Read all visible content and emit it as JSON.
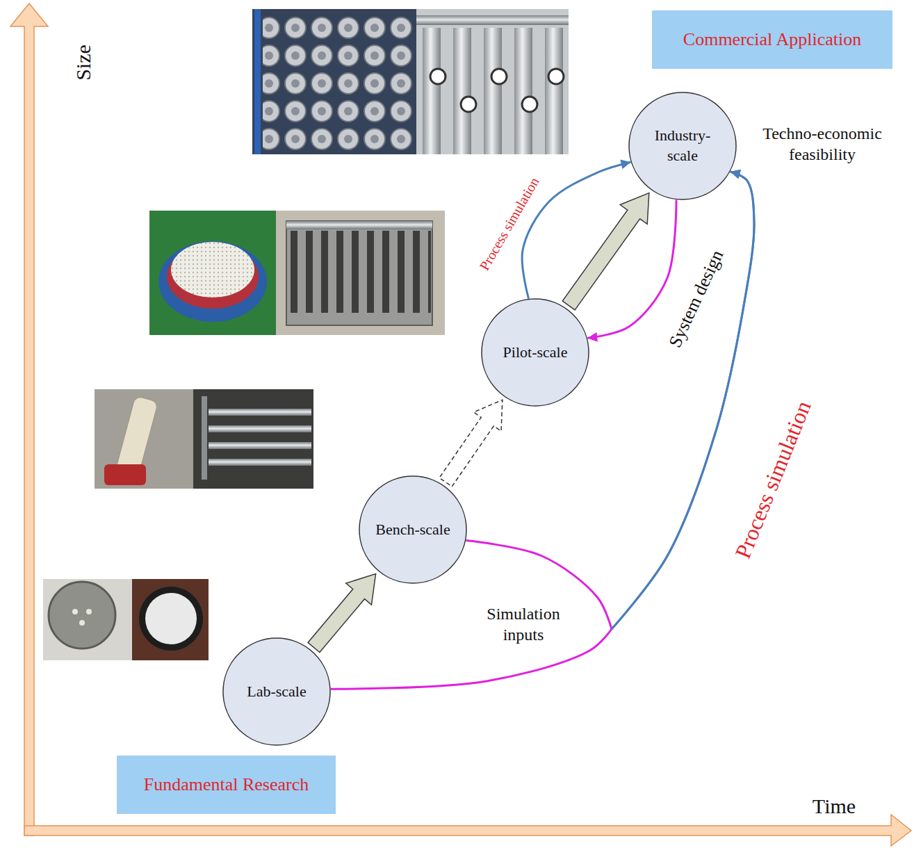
{
  "diagram": {
    "nodes": [
      {
        "text": [
          "Commercial Application"
        ]
      },
      {
        "text": [
          "Industry-scale"
        ]
      },
      {
        "text": [
          "Pilot-scale"
        ]
      },
      {
        "text": [
          "Bench-scale"
        ]
      },
      {
        "text": [
          "Lab-scale"
        ]
      },
      {
        "text": [
          "Fundamental Research"
        ]
      }
    ],
    "edges": [
      {
        "from": 4,
        "to": 3,
        "arrow": "to"
      },
      {
        "from": 3,
        "to": 2,
        "arrow": "to"
      },
      {
        "from": 2,
        "to": 1,
        "arrow": "to"
      },
      {
        "from": 2,
        "to": 1,
        "arrow": "to",
        "label": "Process simulation"
      },
      {
        "from": 1,
        "to": 2,
        "arrow": "to",
        "label": "System design"
      },
      {
        "from": 4,
        "to": 1,
        "arrow": "to",
        "label": "Simulation inputs"
      },
      {
        "from": 3,
        "to": 1,
        "arrow": "to",
        "label": "Process simulation"
      }
    ],
    "labels": [
      "Size",
      "Time",
      "Techno-economic feasibility"
    ]
  }
}
